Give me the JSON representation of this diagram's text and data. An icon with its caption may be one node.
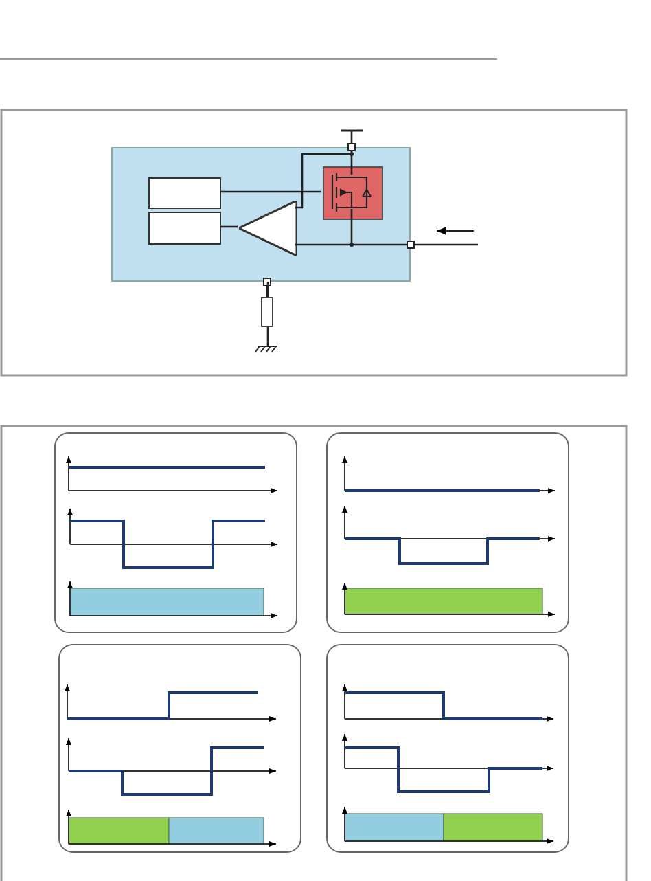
{
  "diagram": {
    "nodes": [
      {
        "text": [],
        "shape": "box"
      },
      {
        "text": [],
        "shape": "box",
        "in": 0
      },
      {
        "text": [],
        "shape": "box",
        "in": 0
      },
      {
        "text": [],
        "shape": "triangle",
        "in": 0
      },
      {
        "text": [],
        "shape": "box",
        "in": 0
      },
      {
        "text": [],
        "shape": "resistor"
      }
    ],
    "edges": [
      {
        "from": 1,
        "to": 4,
        "arrow": "none"
      },
      {
        "from": 3,
        "to": 2,
        "arrow": "none"
      },
      {
        "from": 0,
        "to": 5,
        "arrow": "other"
      }
    ]
  }
}
